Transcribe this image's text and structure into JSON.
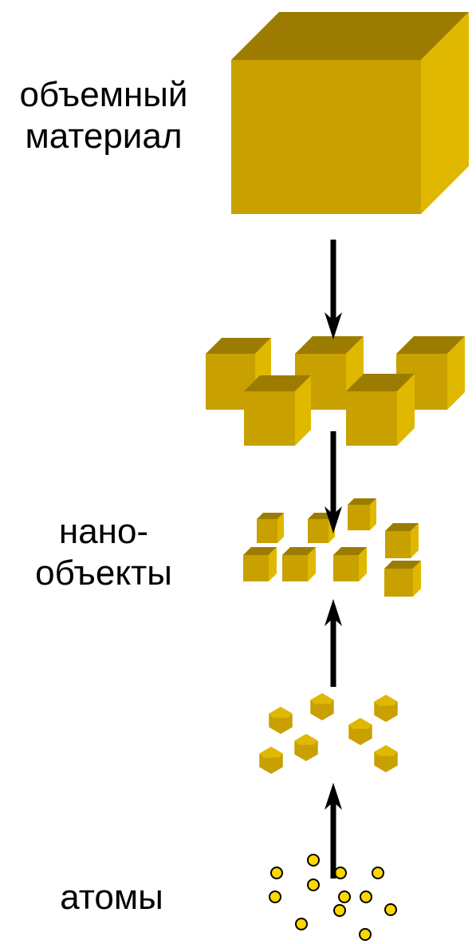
{
  "labels": {
    "bulk_line1": "объемный",
    "bulk_line2": "материал",
    "nano_line1": "нано-",
    "nano_line2": "объекты",
    "atoms": "атомы"
  },
  "colors": {
    "cube_front": "#C8A000",
    "cube_top": "#9C7C00",
    "cube_side": "#E0B800",
    "atom_fill": "#FFD700",
    "atom_stroke": "#000000",
    "arrow": "#000000"
  }
}
